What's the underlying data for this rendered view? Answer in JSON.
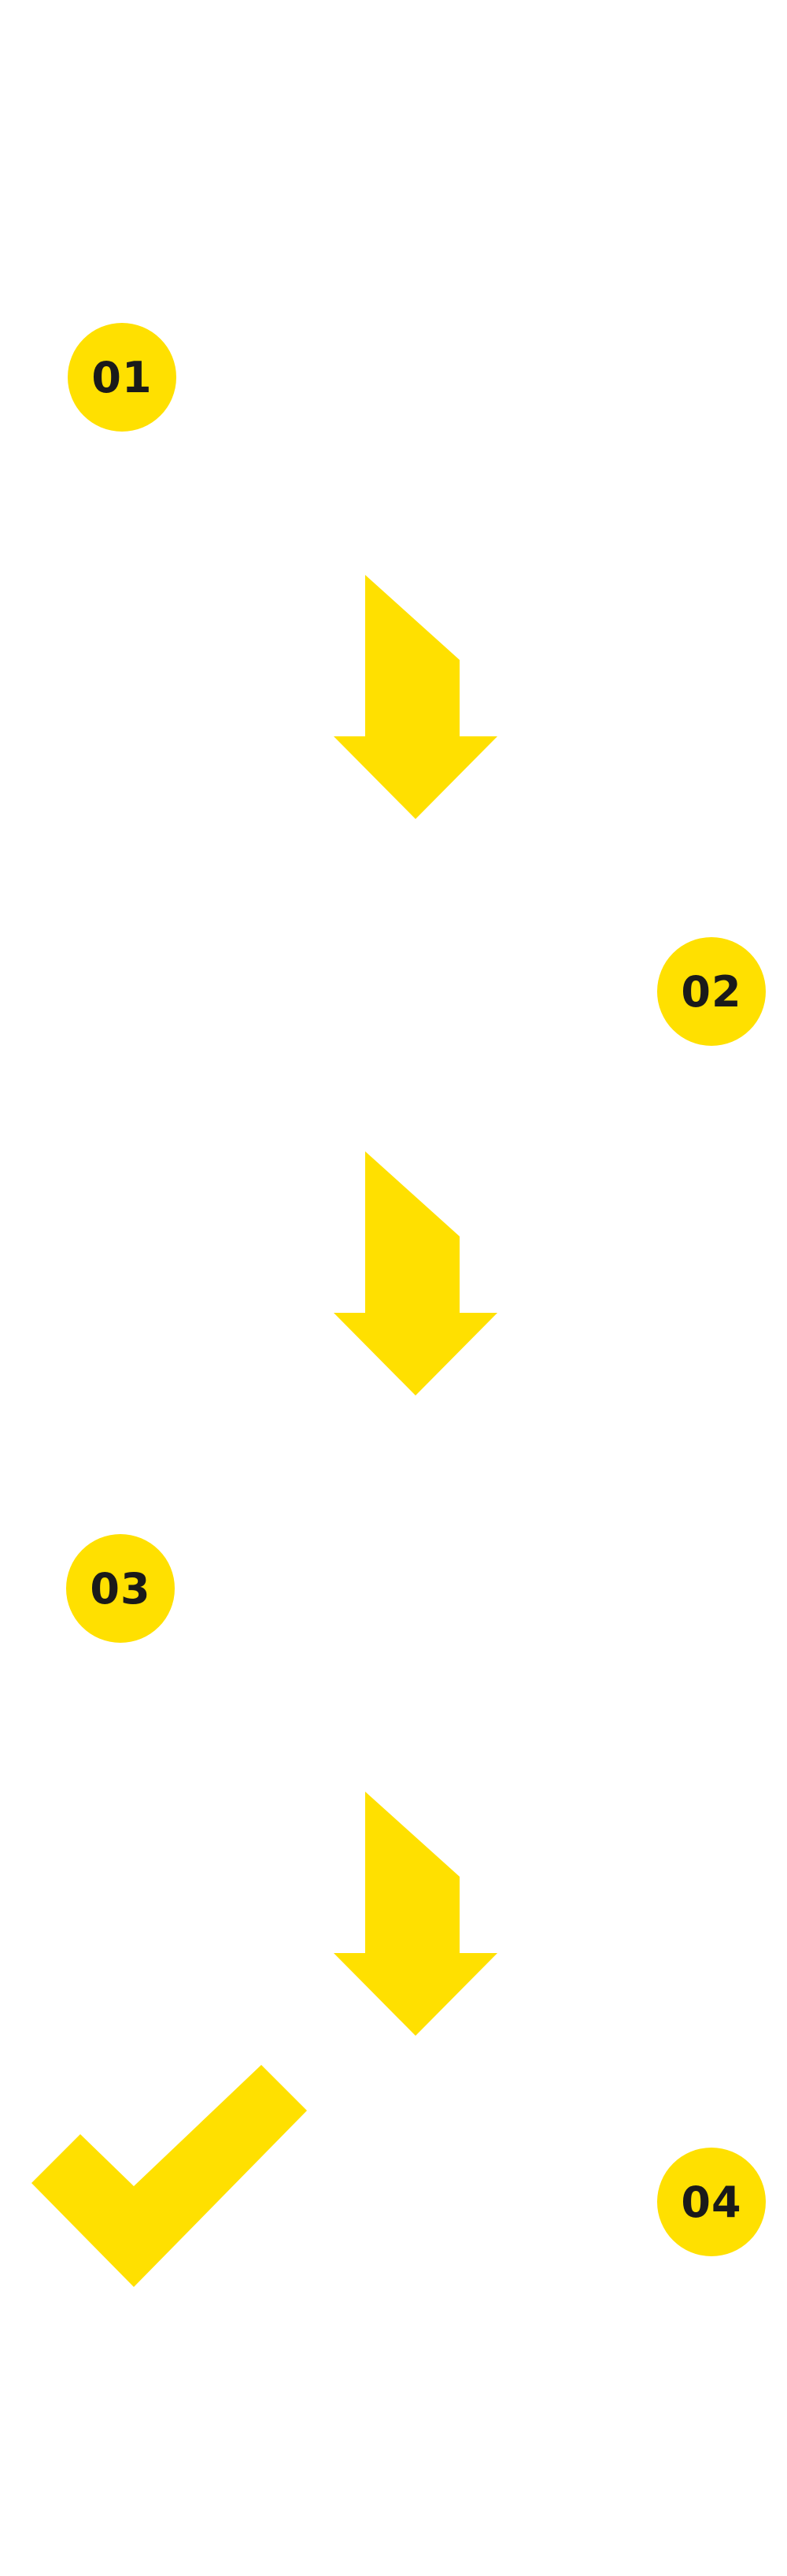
{
  "colors": {
    "accent": "#FFE000",
    "text": "#1a1a1a",
    "background": "#ffffff"
  },
  "steps": [
    {
      "number": "01"
    },
    {
      "number": "02"
    },
    {
      "number": "03"
    },
    {
      "number": "04"
    }
  ],
  "icons": {
    "arrow": "arrow-down-icon",
    "check": "checkmark-icon"
  }
}
